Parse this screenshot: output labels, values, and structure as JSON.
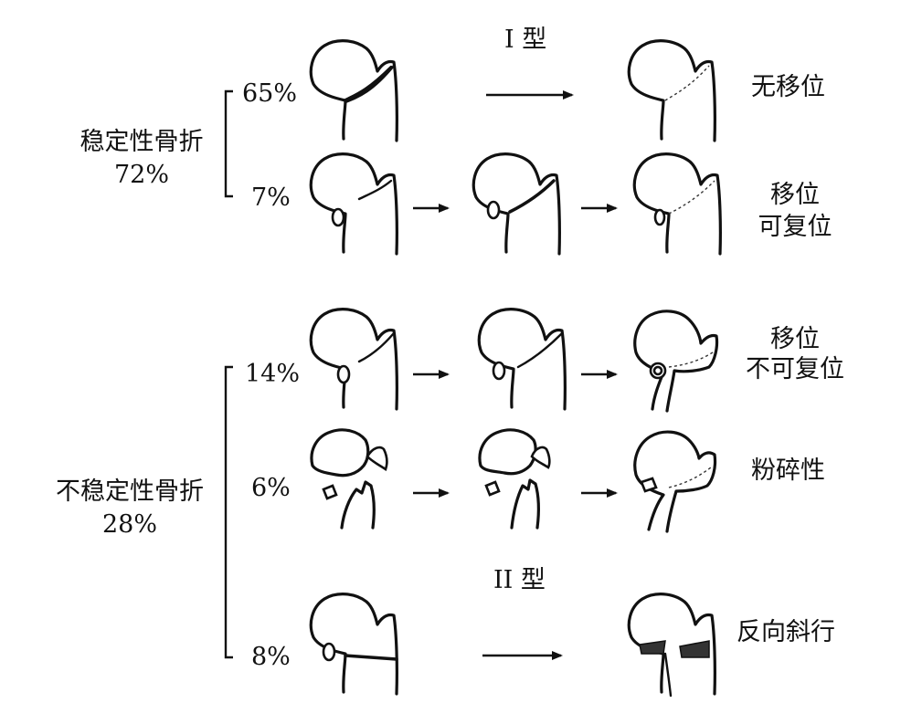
{
  "type_labels": {
    "type1": "I 型",
    "type2": "II 型"
  },
  "groups": {
    "stable": {
      "name": "稳定性骨折",
      "percent": "72%"
    },
    "unstable": {
      "name": "不稳定性骨折",
      "percent": "28%"
    }
  },
  "rows": [
    {
      "percent": "65%",
      "result": [
        "无移位"
      ]
    },
    {
      "percent": "7%",
      "result": [
        "移位",
        "可复位"
      ]
    },
    {
      "percent": "14%",
      "result": [
        "移位",
        "不可复位"
      ]
    },
    {
      "percent": "6%",
      "result": [
        "粉碎性"
      ]
    },
    {
      "percent": "8%",
      "result": [
        "反向斜行"
      ]
    }
  ]
}
